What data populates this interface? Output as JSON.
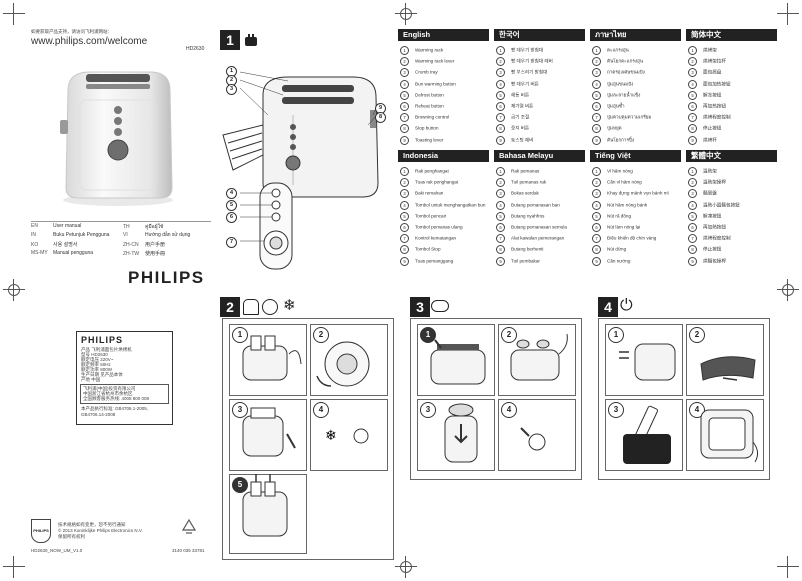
{
  "cover": {
    "top_chinese": "如要获取产品支持，请访问飞利浦网站：",
    "url": "www.philips.com/welcome",
    "model": "HD2630",
    "brand": "PHILIPS",
    "languages": [
      {
        "code": "EN",
        "name": "User manual"
      },
      {
        "code": "TH",
        "name": "คู่มือผู้ใช้"
      },
      {
        "code": "IN",
        "name": "Buku Petunjuk Pengguna"
      },
      {
        "code": "VI",
        "name": "Hướng dẫn sử dụng"
      },
      {
        "code": "KO",
        "name": "사용 설명서"
      },
      {
        "code": "ZH-CN",
        "name": "用户手册"
      },
      {
        "code": "MS-MY",
        "name": "Manual pengguna"
      },
      {
        "code": "ZH-TW",
        "name": "使用手冊"
      }
    ]
  },
  "label_box": {
    "brand": "PHILIPS",
    "lines": [
      "产品    飞利浦面包片烘烤机",
      "型号    HD2630",
      "额定电压  220V~",
      "额定频率  50Hz",
      "额定功率  800W",
      "生产日期  见产品本体",
      "产地    中国"
    ],
    "maker_lines": [
      "飞利浦(中国)投资有限公司",
      "中国浙江省杭州市余杭区",
      "全国顾客服务热线: 4008 800 008"
    ],
    "standard": "本产品执行标准: GB4706.1-2005, GB4706.14-2008"
  },
  "footer": {
    "brand": "PHILIPS",
    "lines": [
      "技术规格如有变更，恕不另行通知",
      "© 2013 Koninklijke Philips Electronics N.V.",
      "保留所有权利"
    ],
    "code": "HD2630_NOW_UM_V1.0",
    "part": "3140 035 33781"
  },
  "step1": {
    "number": "1"
  },
  "step2": {
    "number": "2"
  },
  "step3": {
    "number": "3"
  },
  "step4": {
    "number": "4"
  },
  "callouts": [
    "1",
    "2",
    "3",
    "4",
    "5",
    "6",
    "7",
    "8",
    "9"
  ],
  "languages": [
    {
      "title": "English",
      "items": [
        "Warming rack",
        "Warming rack lever",
        "Crumb tray",
        "Bun warming button",
        "Defrost button",
        "Reheat button",
        "Browning control",
        "Stop button",
        "Toasting lever"
      ]
    },
    {
      "title": "한국어",
      "items": [
        "빵 데우기 받침대",
        "빵 데우기 받침대 레버",
        "빵 부스러기 받침대",
        "빵 데우기 버튼",
        "해동 버튼",
        "재가열 버튼",
        "굽기 조절",
        "중지 버튼",
        "토스팅 레버"
      ]
    },
    {
      "title": "ภาษาไทย",
      "items": [
        "ตะแกรงอุ่น",
        "คันโยกตะแกรงอุ่น",
        "ถาดรองเศษขนมปัง",
        "ปุ่มอุ่นขนมปัง",
        "ปุ่มละลายน้ำแข็ง",
        "ปุ่มอุ่นซ้ำ",
        "ปุ่มควบคุมความเกรียม",
        "ปุ่มหยุด",
        "คันโยกการปิ้ง"
      ]
    },
    {
      "title": "简体中文",
      "items": [
        "烘烤架",
        "烘烤架拉杆",
        "面包屑盘",
        "面包加热按钮",
        "解冻按钮",
        "再加热按钮",
        "烘烤程度控制",
        "停止按钮",
        "烘烤杆"
      ]
    },
    {
      "title": "Indonesia",
      "items": [
        "Rak penghangat",
        "Tuas rak penghangat",
        "Baki remahan",
        "Tombol untuk menghangatkan bun",
        "Tombol pencair",
        "Tombol pemanas ulang",
        "Kontrol kematangan",
        "Tombol Stop",
        "Tuas pemanggang"
      ]
    },
    {
      "title": "Bahasa Melayu",
      "items": [
        "Rak pemanas",
        "Tuil pemanas rak",
        "Bekas serdak",
        "Butang pemanasan ban",
        "Butang nyahfros",
        "Butang pemanasan semula",
        "Alat kawalan pemerangan",
        "Butang berhenti",
        "Tuil pembakar"
      ]
    },
    {
      "title": "Tiếng Việt",
      "items": [
        "Vỉ hâm nóng",
        "Cần vỉ hâm nóng",
        "Khay đựng mảnh vụn bánh mì",
        "Nút hâm nóng bánh",
        "Nút rã đông",
        "Nút làm nóng lại",
        "Điều khiển độ chín vàng",
        "Nút dừng",
        "Cần nướng"
      ]
    },
    {
      "title": "繁體中文",
      "items": [
        "溫熱架",
        "溫熱架操桿",
        "麵屑盤",
        "溫熱小圓麵包按鈕",
        "解凍按鈕",
        "再加熱按鈕",
        "烘烤程度控制",
        "停止按鈕",
        "烘麵包操桿"
      ]
    }
  ]
}
